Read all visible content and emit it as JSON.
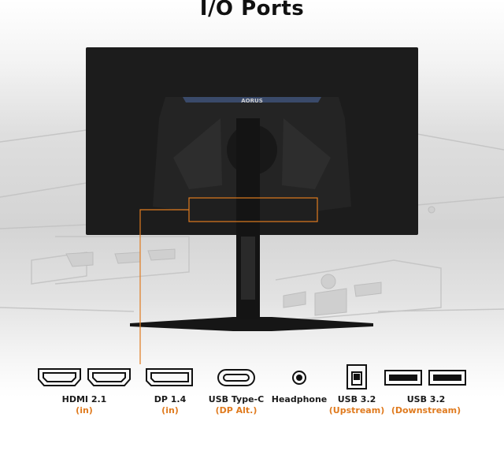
{
  "title": "I/O Ports",
  "brand_logo": "AORUS",
  "colors": {
    "accent": "#e07b1f",
    "monitor": "#1b1b1b",
    "text": "#1a1a1a"
  },
  "ports": [
    {
      "name": "HDMI 2.1",
      "sub": "(in)",
      "icon": "hdmi-icon",
      "count": 2
    },
    {
      "name": "DP 1.4",
      "sub": "(in)",
      "icon": "displayport-icon",
      "count": 1
    },
    {
      "name": "USB Type-C",
      "sub": "(DP Alt.)",
      "icon": "usb-c-icon",
      "count": 1
    },
    {
      "name": "Headphone",
      "sub": "",
      "icon": "headphone-jack-icon",
      "count": 1
    },
    {
      "name": "USB 3.2",
      "sub": "(Upstream)",
      "icon": "usb-b-icon",
      "count": 1
    },
    {
      "name": "USB 3.2",
      "sub": "(Downstream)",
      "icon": "usb-a-icon",
      "count": 2
    }
  ]
}
